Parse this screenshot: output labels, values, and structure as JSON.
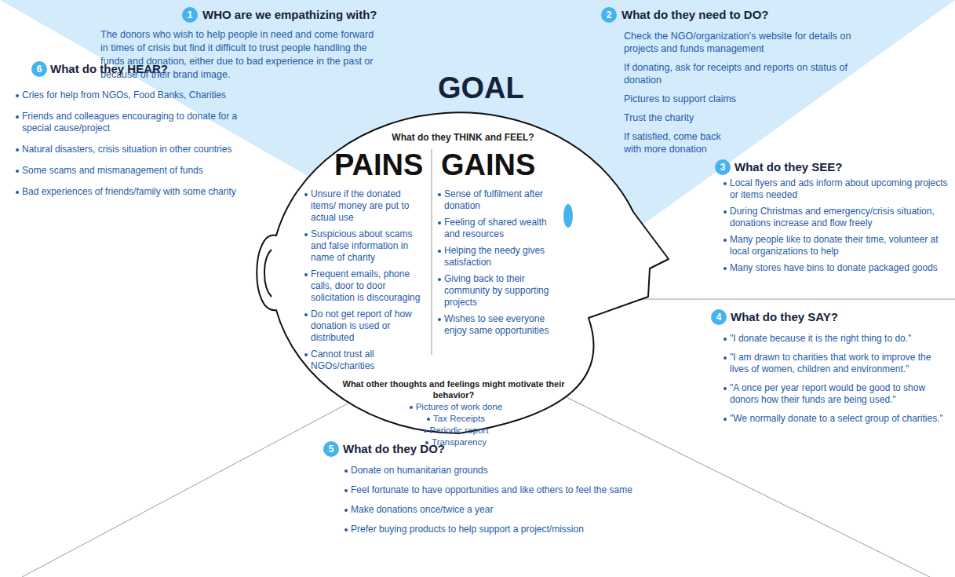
{
  "diagram": {
    "nodes": [
      {
        "text": [
          "GOAL",
          "WHO are we empathizing with?",
          "The donors who wish to help people in need and come forward in times of crisis but find it difficult to trust people handling the funds and donation, either due to bad experience in the past or because of their brand image.",
          "What do they need to DO?",
          "Check the NGO/organization's website for details on projects and funds management",
          "If donating, ask for receipts and reports on status of donation",
          "Pictures to support claims",
          "Trust the charity",
          "If satisfied, come back with more donation"
        ]
      },
      {
        "text": [
          "What do they THINK and FEEL?",
          "PAINS",
          "Unsure if the donated items/ money are put to actual use",
          "Suspicious about scams and false information in name of charity",
          "Frequent emails, phone calls, door to door solicitation is discouraging",
          "Do not get report of how donation is used or distributed",
          "Cannot trust all NGOs/charities",
          "GAINS",
          "Sense of fulfilment after donation",
          "Feeling of shared wealth and resources",
          "Helping the needy gives satisfaction",
          "Giving back to their community by supporting projects",
          "Wishes to see everyone enjoy same opportunities",
          "What other thoughts and feelings might motivate their behavior?",
          "Pictures of work done",
          "Tax Receipts",
          "Periodic report",
          "Transparency"
        ]
      }
    ],
    "labels": [
      "1",
      "2",
      "3",
      "What do they SEE?",
      "Local flyers and ads inform about upcoming projects or items needed",
      "During Christmas and emergency/crisis situation, donations increase and flow freely",
      "Many people like to donate their time, volunteer at local organizations to help",
      "Many stores have bins to donate packaged goods",
      "4",
      "What do they SAY?",
      "\"I donate because it is the right thing to do.\"",
      "\"I am drawn to charities that work to improve the lives of women, children and environment.\"",
      "\"A once per year report would be good to show donors how their funds are being used.\"",
      "\"We normally donate to a select group of charities.\"",
      "5",
      "What do they DO?",
      "Donate on humanitarian grounds",
      "Feel fortunate to have opportunities and like others to feel the same",
      "Make donations once/twice a year",
      "Prefer buying products to help support a project/mission",
      "6",
      "What do they HEAR?",
      "Cries for help from NGOs, Food Banks, Charities",
      "Friends and colleagues encouraging to donate for a special cause/project",
      "Natural disasters, crisis situation in other countries",
      "Some scams and mismanagement of funds",
      "Bad experiences of friends/family with some charity"
    ]
  }
}
